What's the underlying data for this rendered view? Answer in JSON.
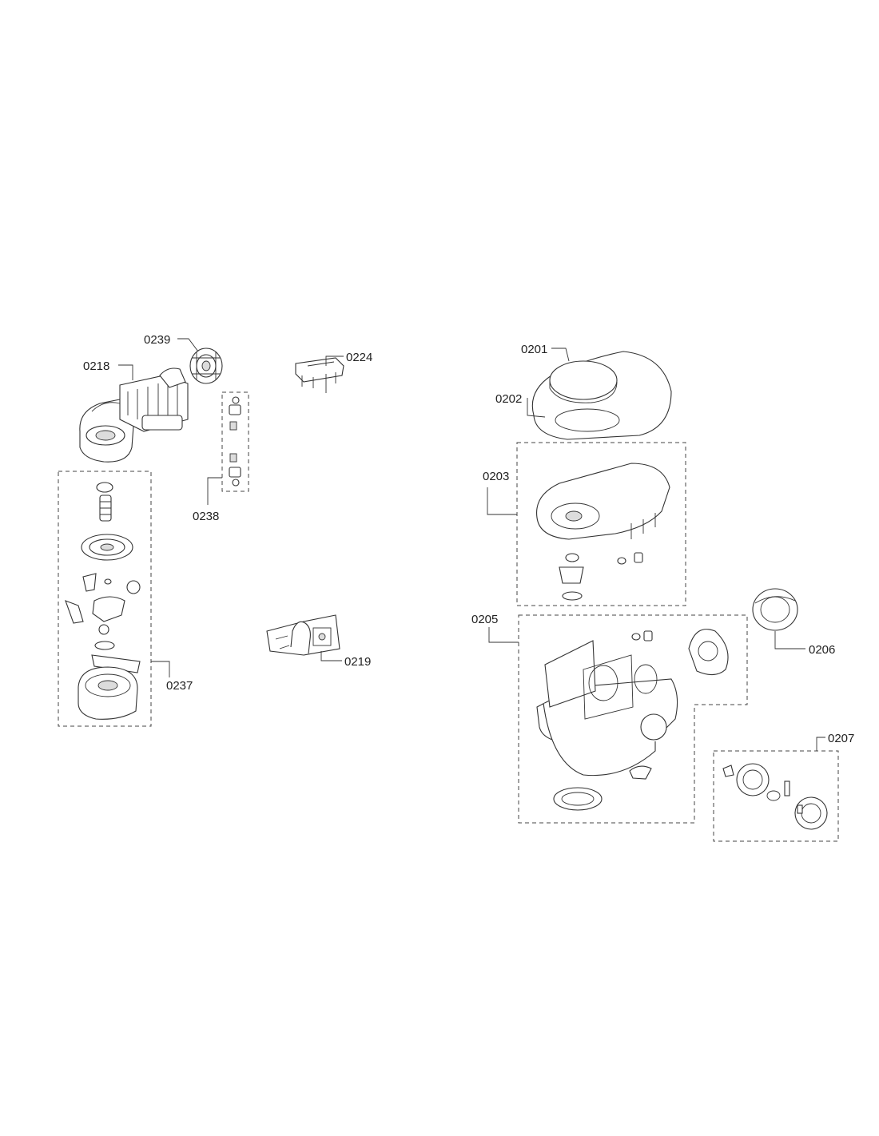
{
  "diagram": {
    "callouts": {
      "c0239": "0239",
      "c0218": "0218",
      "c0224": "0224",
      "c0238": "0238",
      "c0237": "0237",
      "c0219": "0219",
      "c0201": "0201",
      "c0202": "0202",
      "c0203": "0203",
      "c0205": "0205",
      "c0206": "0206",
      "c0207": "0207"
    }
  }
}
